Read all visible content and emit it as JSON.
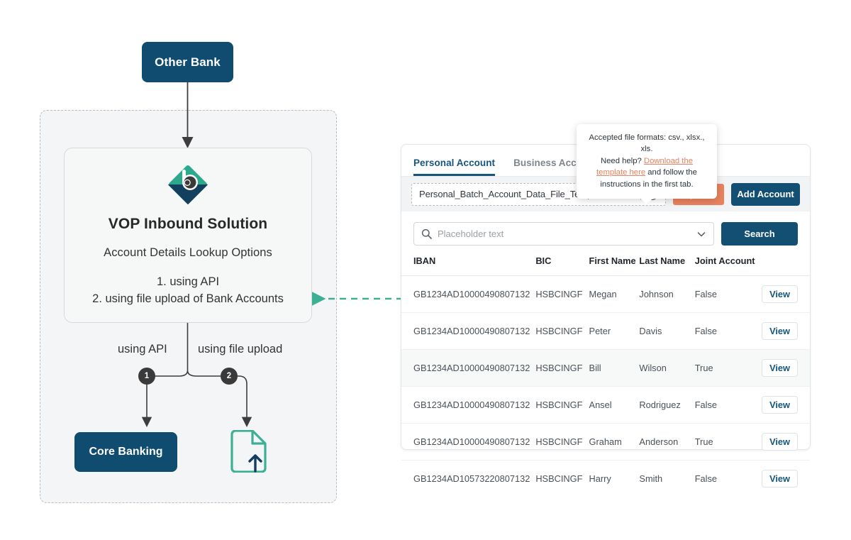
{
  "diagram": {
    "other_bank_label": "Other Bank",
    "core_banking_label": "Core Banking",
    "vop_title": "VOP Inbound Solution",
    "vop_subtitle": "Account Details Lookup Options",
    "vop_option_1": "1. using API",
    "vop_option_2": "2. using file upload of Bank Accounts",
    "branch_label_1": "using API",
    "branch_label_2": "using file upload",
    "badge_1": "1",
    "badge_2": "2",
    "colors": {
      "navy": "#0F4C70",
      "teal": "#3CAF94",
      "badge": "#3A3A3A",
      "zone_bg": "#F4F5F6"
    }
  },
  "panel": {
    "tabs": [
      {
        "label": "Personal Account",
        "active": true
      },
      {
        "label": "Business Account",
        "active": false
      }
    ],
    "upload": {
      "file_name": "Personal_Batch_Account_Data_File_Template.csv",
      "clear_icon": "×",
      "help_icon": "?",
      "upload_label": "Upload",
      "add_account_label": "Add Account"
    },
    "search": {
      "placeholder": "Placeholder text",
      "value": "",
      "search_label": "Search"
    },
    "table": {
      "columns": [
        "IBAN",
        "BIC",
        "First Name",
        "Last Name",
        "Joint Account",
        ""
      ],
      "action_label": "View",
      "rows": [
        {
          "iban": "GB1234AD10000490807132",
          "bic": "HSBCINGF",
          "first": "Megan",
          "last": "Johnson",
          "joint": "False",
          "alt": false
        },
        {
          "iban": "GB1234AD10000490807132",
          "bic": "HSBCINGF",
          "first": "Peter",
          "last": "Davis",
          "joint": "False",
          "alt": false
        },
        {
          "iban": "GB1234AD10000490807132",
          "bic": "HSBCINGF",
          "first": "Bill",
          "last": "Wilson",
          "joint": "True",
          "alt": true
        },
        {
          "iban": "GB1234AD10000490807132",
          "bic": "HSBCINGF",
          "first": "Ansel",
          "last": "Rodriguez",
          "joint": "False",
          "alt": false
        },
        {
          "iban": "GB1234AD10000490807132",
          "bic": "HSBCINGF",
          "first": "Graham",
          "last": "Anderson",
          "joint": "True",
          "alt": false
        },
        {
          "iban": "GB1234AD10573220807132",
          "bic": "HSBCINGF",
          "first": "Harry",
          "last": "Smith",
          "joint": "False",
          "alt": false
        }
      ]
    },
    "colors": {
      "primary": "#124F72",
      "accent": "#E8825E",
      "tab_active": "#16557D"
    }
  },
  "tooltip": {
    "line1": "Accepted file formats: csv., xlsx., xls.",
    "line2_prefix": "Need help? ",
    "link_text": "Download the template here",
    "line2_suffix": " and follow the instructions in the first tab."
  }
}
